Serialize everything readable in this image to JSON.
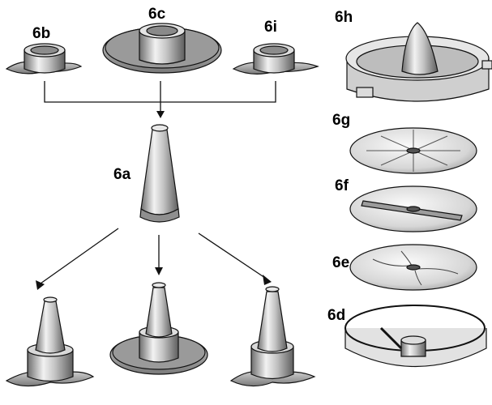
{
  "labels": {
    "blade_6b": "6b",
    "disc_6c": "6c",
    "whisk_6i": "6i",
    "shaft_6a": "6a",
    "juicer_6h": "6h",
    "grater_6g": "6g",
    "slicer_6f": "6f",
    "shredder_6e": "6e",
    "holder_6d": "6d"
  },
  "colors": {
    "line": "#111111",
    "metal_light": "#f2f2f2",
    "metal_mid": "#b8b8b8",
    "metal_dark": "#6e6e6e",
    "plate_grey": "#8a8a8a"
  }
}
